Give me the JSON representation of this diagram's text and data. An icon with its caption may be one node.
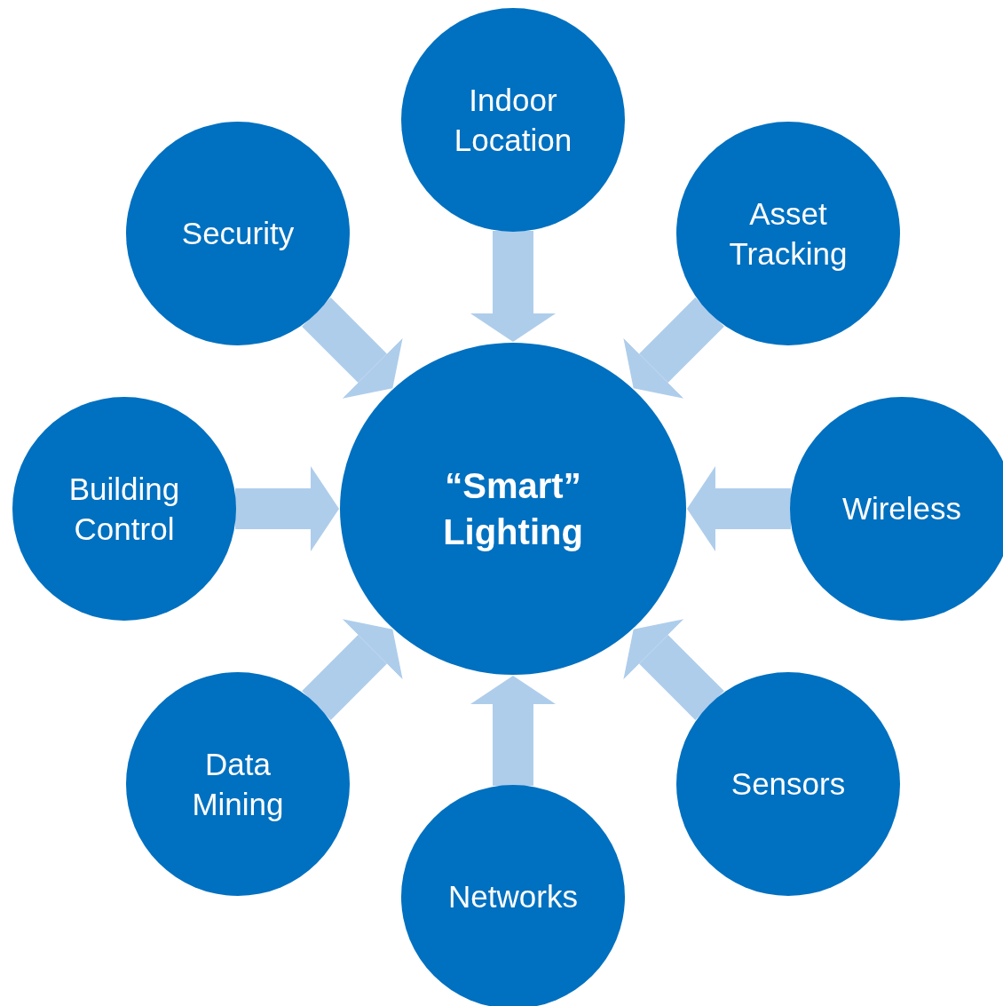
{
  "diagram": {
    "nodes": [
      {
        "text": [
          "Indoor Location"
        ]
      },
      {
        "text": [
          "Security"
        ]
      },
      {
        "text": [
          "Asset Tracking"
        ]
      },
      {
        "text": [
          "“Smart” Lighting"
        ]
      },
      {
        "text": [
          "Building Control"
        ]
      },
      {
        "text": [
          "Wireless"
        ]
      },
      {
        "text": [
          "Data Mining"
        ]
      },
      {
        "text": [
          "Sensors"
        ]
      },
      {
        "text": [
          "Networks"
        ]
      }
    ],
    "edges": [
      {
        "from": 0,
        "to": 3,
        "arrow": "to"
      },
      {
        "from": 2,
        "to": 3,
        "arrow": "to"
      },
      {
        "from": 5,
        "to": 3,
        "arrow": "to"
      },
      {
        "from": 7,
        "to": 3,
        "arrow": "to"
      },
      {
        "from": 8,
        "to": 3,
        "arrow": "to"
      },
      {
        "from": 6,
        "to": 3,
        "arrow": "to"
      },
      {
        "from": 4,
        "to": 3,
        "arrow": "to"
      },
      {
        "from": 1,
        "to": 3,
        "arrow": "to"
      }
    ]
  }
}
